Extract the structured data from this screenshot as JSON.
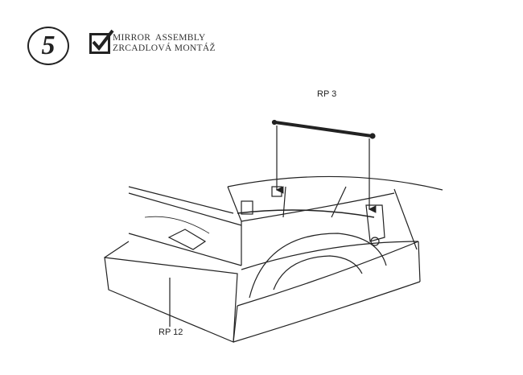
{
  "step": {
    "number": "5"
  },
  "header": {
    "title_en": "MIRROR  ASSEMBLY",
    "title_cz": "ZRCADLOVÁ MONTÁŽ",
    "checkbox_checked": true
  },
  "labels": {
    "rp3": "RP 3",
    "rp12": "RP 12"
  }
}
